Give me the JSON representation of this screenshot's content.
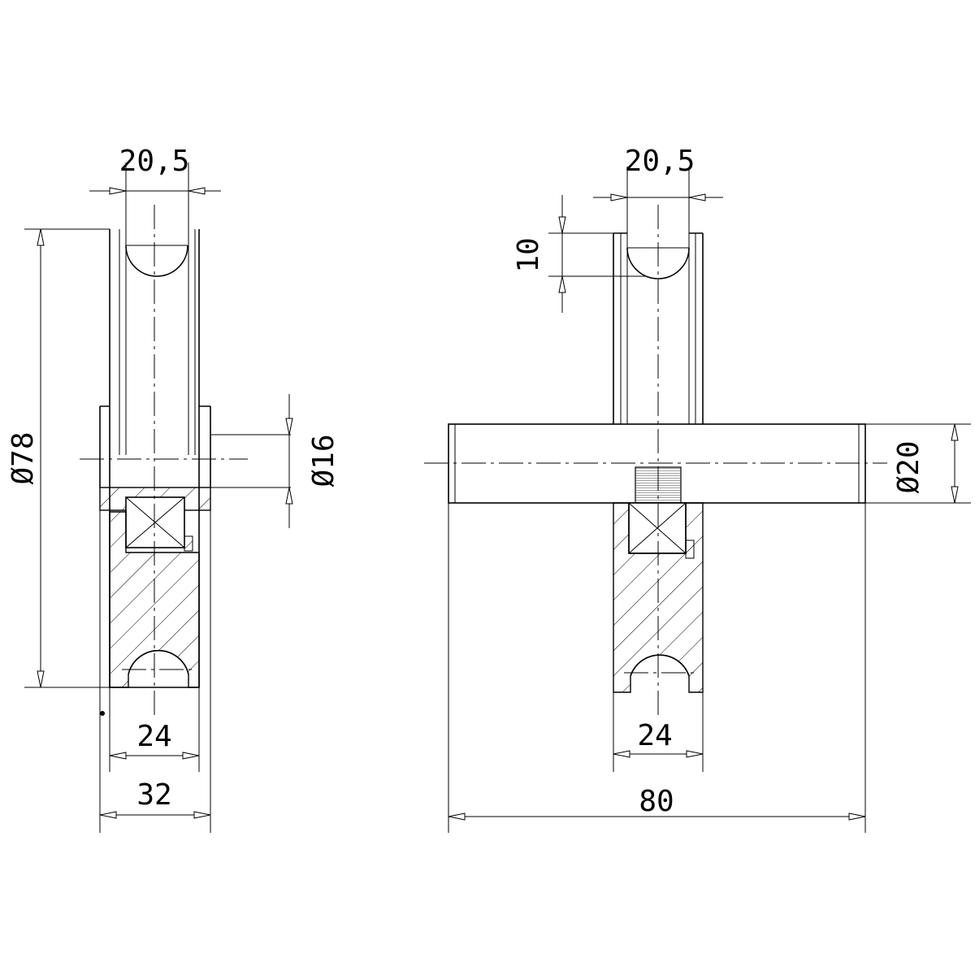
{
  "views": {
    "side": {
      "dims": {
        "groove_width": "20,5",
        "outer_diameter": "Ø78",
        "bore_diameter": "Ø16",
        "hub_width": "24",
        "total_width": "32"
      }
    },
    "axle": {
      "dims": {
        "groove_width": "20,5",
        "groove_depth": "10",
        "axle_diameter": "Ø20",
        "wheel_width": "24",
        "axle_length": "80"
      }
    }
  }
}
